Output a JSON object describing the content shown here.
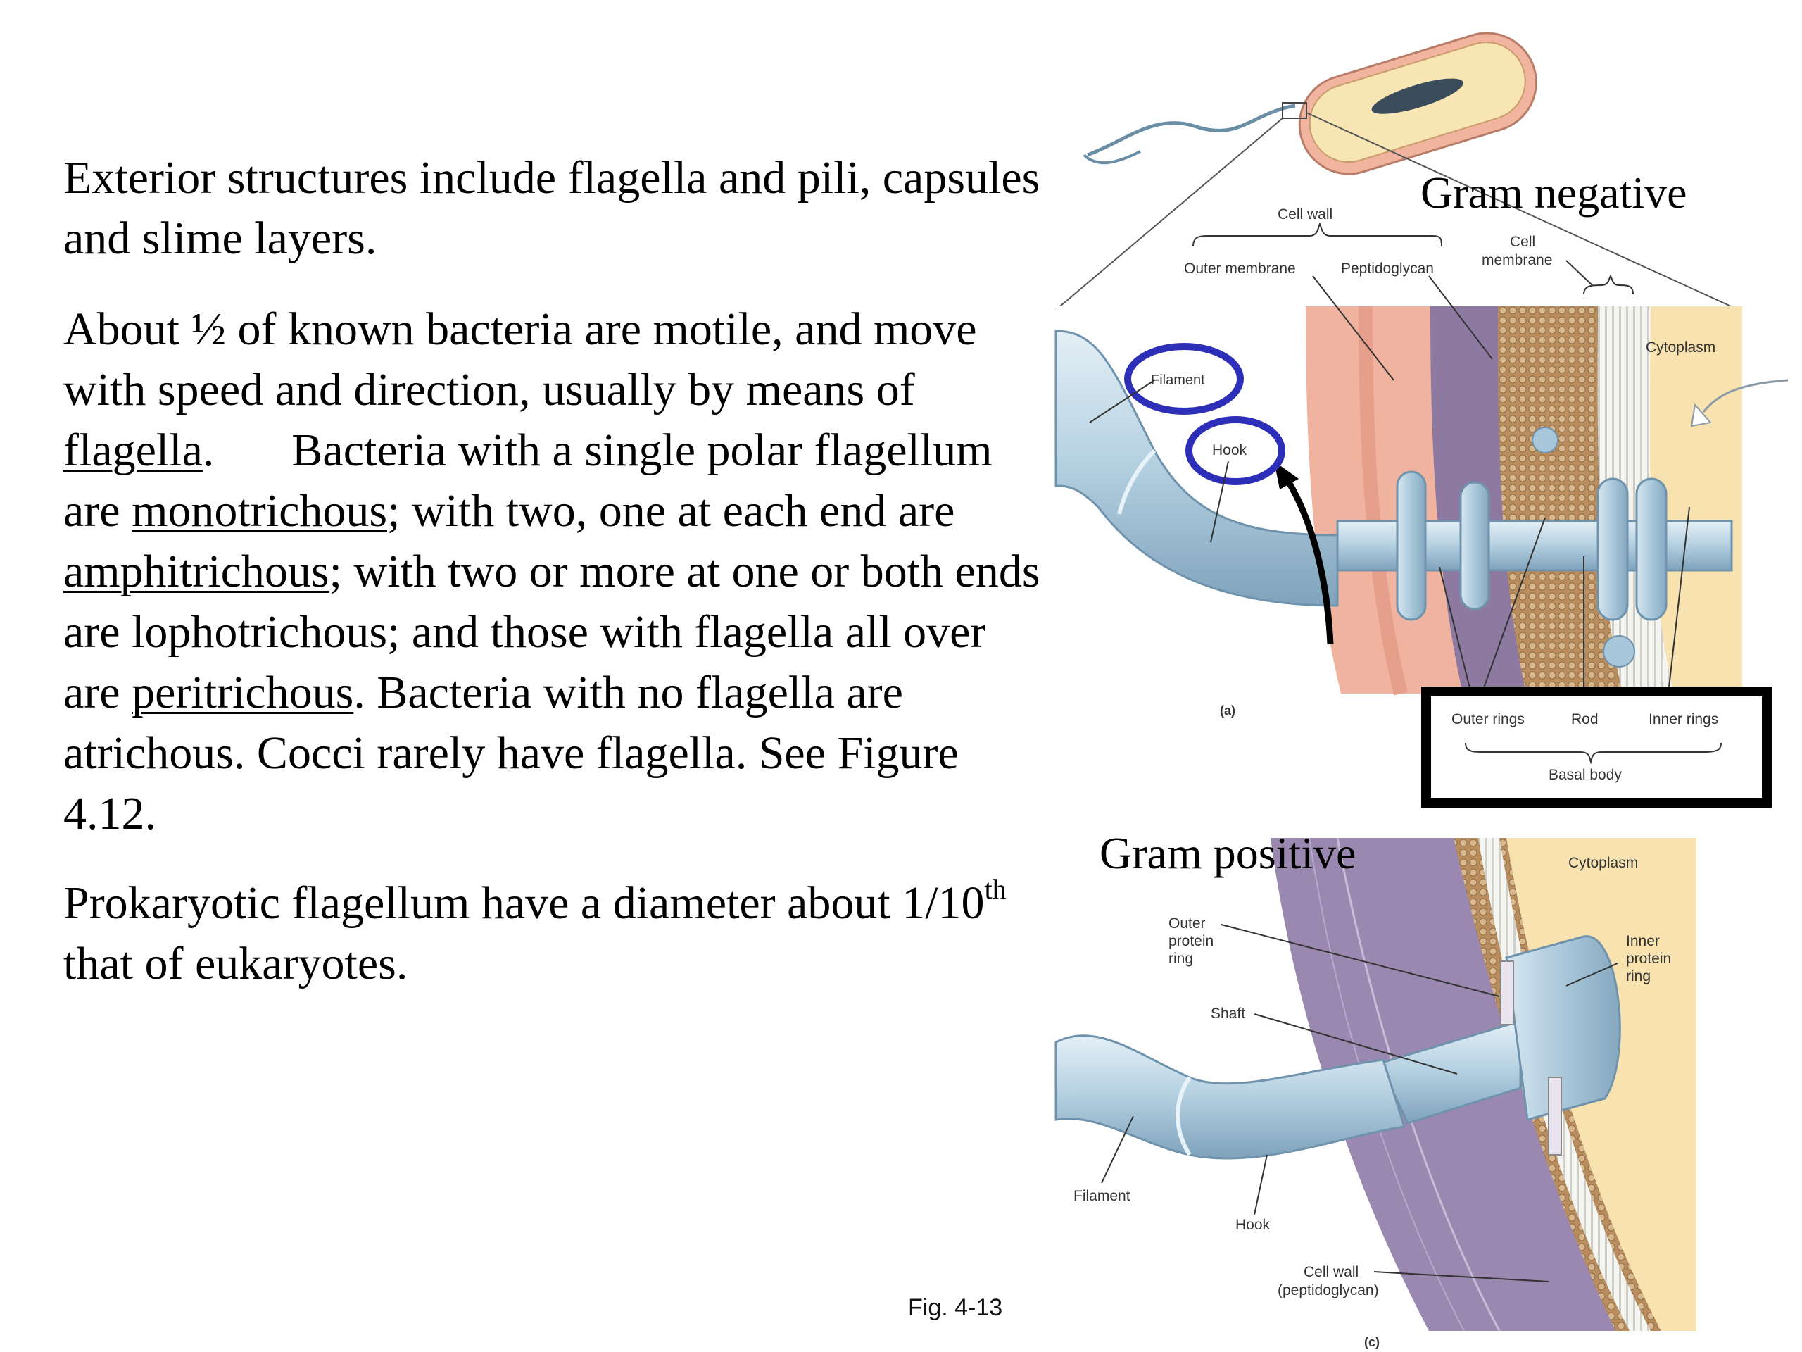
{
  "paragraphs": {
    "p1": "Exterior structures include flagella and pili, capsules and slime layers.",
    "p2": {
      "s1": "About ½ of known bacteria are motile, and move with speed and direction, usually by means of ",
      "t_flagella": "flagella",
      "s2": ".",
      "s3": "Bacteria with a single polar flagellum are ",
      "t_mono": "monotrichous",
      "s4": "; with two, one at each end are ",
      "t_amphi": "amphitrichous",
      "s5": "; with two or more at one or both ends are lophotrichous; and those with flagella all over are ",
      "t_peri": "peritrichous",
      "s6": ". Bacteria with no flagella are atrichous.  Cocci rarely have flagella.  See Figure 4.12."
    },
    "p3": {
      "a": "Prokaryotic flagellum have a diameter about 1/10",
      "sup": "th",
      "b": " that of eukaryotes."
    }
  },
  "figure": {
    "caption": "Fig. 4-13",
    "gram_negative": {
      "title": "Gram negative",
      "cell_wall": "Cell wall",
      "outer_membrane": "Outer membrane",
      "peptidoglycan": "Peptidoglycan",
      "cell_membrane_1": "Cell",
      "cell_membrane_2": "membrane",
      "cytoplasm": "Cytoplasm",
      "filament": "Filament",
      "hook": "Hook",
      "panel": "(a)",
      "outer_rings": "Outer rings",
      "rod": "Rod",
      "inner_rings": "Inner rings",
      "basal_body": "Basal body"
    },
    "gram_positive": {
      "title": "Gram positive",
      "cytoplasm": "Cytoplasm",
      "outer_protein_ring_1": "Outer",
      "outer_protein_ring_2": "protein",
      "outer_protein_ring_3": "ring",
      "inner_protein_ring_1": "Inner",
      "inner_protein_ring_2": "protein",
      "inner_protein_ring_3": "ring",
      "shaft": "Shaft",
      "filament": "Filament",
      "hook": "Hook",
      "cell_wall_1": "Cell wall",
      "cell_wall_2": "(peptidoglycan)",
      "panel": "(c)"
    },
    "colors": {
      "annotation_circle": "#2e2fb8",
      "flagellum": "#b8d3e3",
      "outer_membrane": "#f1b49e",
      "peptidoglycan": "#8e7aa0",
      "membrane_dots": "#c9a27a",
      "cytoplasm": "#f7e2b0",
      "gram_positive_wall": "#9a88b0"
    }
  }
}
